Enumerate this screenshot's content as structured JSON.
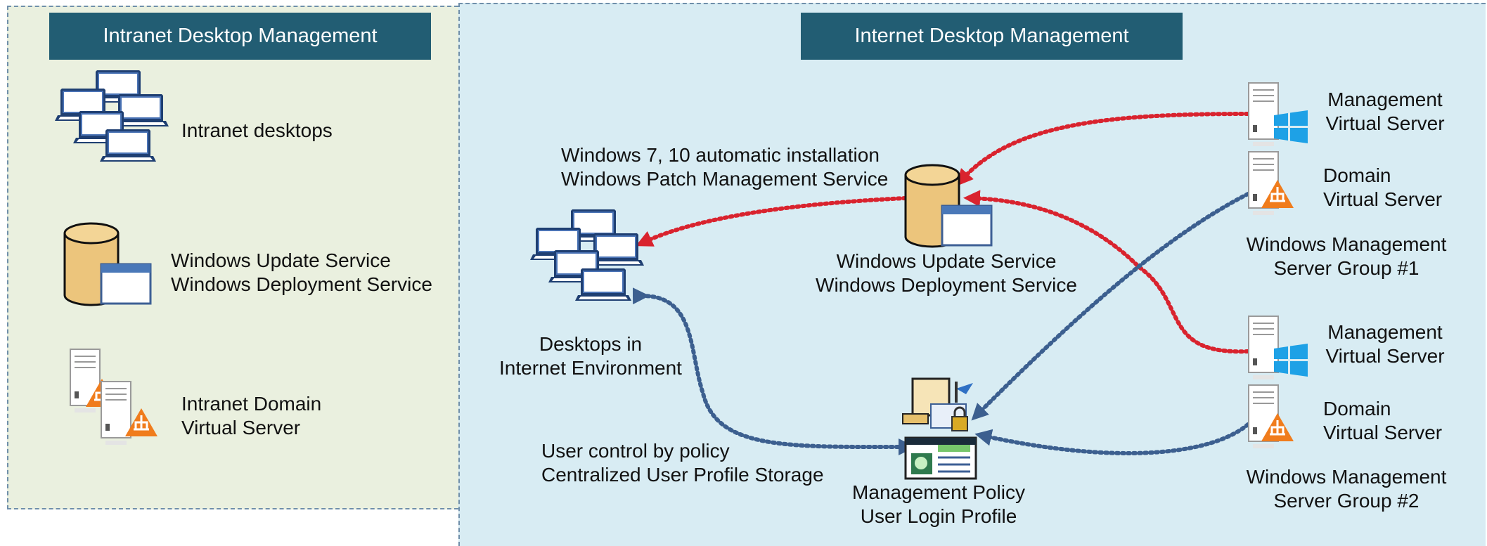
{
  "left_panel": {
    "title": "Intranet Desktop Management",
    "desktops_label": "Intranet desktops",
    "service_lines": [
      "Windows Update Service",
      "Windows Deployment Service"
    ],
    "domain_lines": [
      "Intranet Domain",
      "Virtual Server"
    ]
  },
  "right_panel": {
    "title": "Internet Desktop Management",
    "install_lines": [
      "Windows 7, 10 automatic installation",
      "Windows Patch Management Service"
    ],
    "service_lines": [
      "Windows Update Service",
      "Windows Deployment Service"
    ],
    "desktops_lines": [
      "Desktops in",
      "Internet Environment"
    ],
    "user_control_lines": [
      "User control by policy",
      "Centralized User Profile Storage"
    ],
    "policy_lines": [
      "Management Policy",
      "User Login Profile"
    ],
    "group1": {
      "mgmt_lines": [
        "Management",
        "Virtual Server"
      ],
      "domain_lines": [
        "Domain",
        "Virtual Server"
      ],
      "group_lines": [
        "Windows Management",
        "Server Group #1"
      ]
    },
    "group2": {
      "mgmt_lines": [
        "Management",
        "Virtual Server"
      ],
      "domain_lines": [
        "Domain",
        "Virtual Server"
      ],
      "group_lines": [
        "Windows Management",
        "Server Group #2"
      ]
    }
  },
  "colors": {
    "title_bg": "#225d73",
    "left_bg": "#eaf0df",
    "right_bg": "#d8ecf3",
    "red_arrow": "#d9232e",
    "blue_arrow": "#3c5f8f",
    "windows_logo": "#1ea1e6",
    "domain_triangle": "#f07c1c"
  },
  "icons": [
    "laptop-cluster-icon",
    "database-window-icon",
    "server-windows-icon",
    "server-domain-icon",
    "policy-profile-icon"
  ]
}
